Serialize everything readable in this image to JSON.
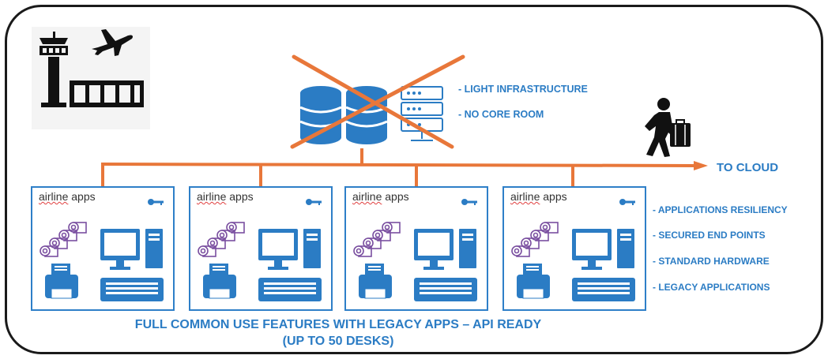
{
  "infrastructure": {
    "labels": [
      "-  LIGHT INFRASTRUCTURE",
      "-  NO CORE ROOM"
    ]
  },
  "cloud": {
    "label": "TO CLOUD"
  },
  "desks": [
    {
      "label_word1": "airline",
      "label_word2": " apps"
    },
    {
      "label_word1": "airline",
      "label_word2": " apps"
    },
    {
      "label_word1": "airline",
      "label_word2": " apps"
    },
    {
      "label_word1": "airline",
      "label_word2": " apps"
    }
  ],
  "features": [
    "-  APPLICATIONS RESILIENCY",
    "-  SECURED END POINTS",
    "-  STANDARD HARDWARE",
    "-  LEGACY APPLICATIONS"
  ],
  "footer": {
    "line1": "FULL COMMON USE FEATURES WITH LEGACY APPS – API READY",
    "line2": "(UP TO 50 DESKS)"
  },
  "colors": {
    "accent_blue": "#2b7cc4",
    "line_orange": "#e8773a",
    "frame_black": "#1a1a1a"
  }
}
